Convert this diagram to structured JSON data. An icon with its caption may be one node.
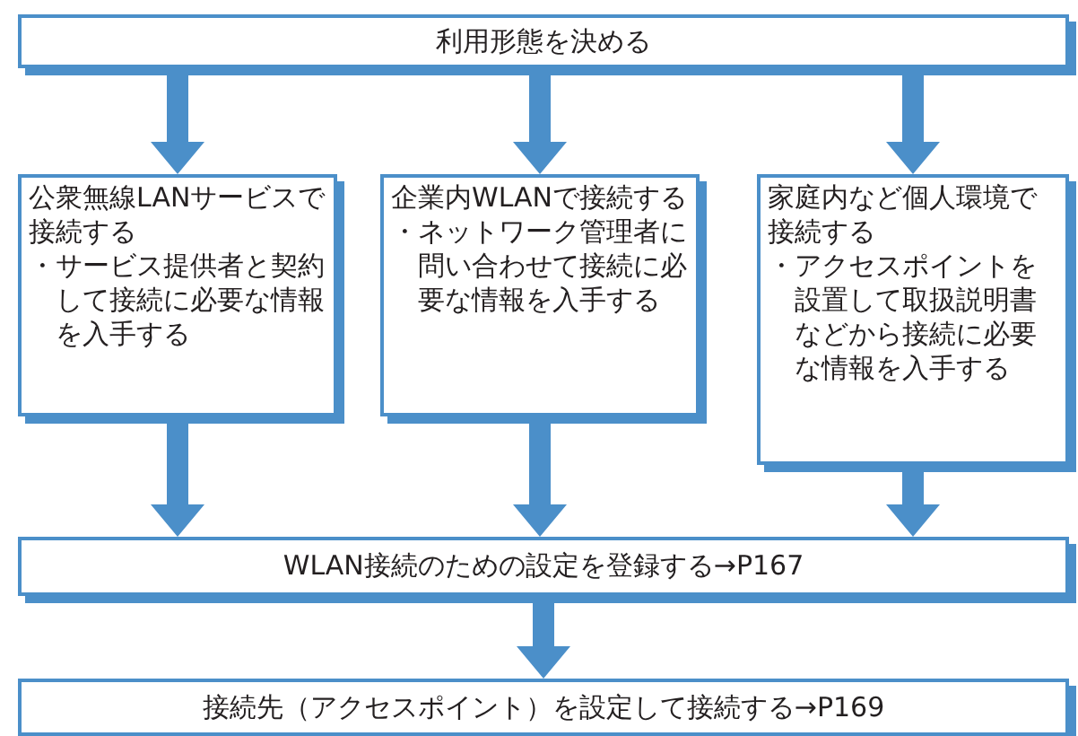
{
  "diagram": {
    "nodes": [
      {
        "text": [
          "利用形態を決める"
        ]
      },
      {
        "text": [
          "公衆無線LANサービスで接続する",
          "・サービス提供者と契約して接続に必要な情報を入手する"
        ]
      },
      {
        "text": [
          "企業内WLANで接続する",
          "・ネットワーク管理者に問い合わせて接続に必要な情報を入手する"
        ]
      },
      {
        "text": [
          "家庭内など個人環境で接続する",
          "・アクセスポイントを設置して取扱説明書などから接続に必要な情報を入手する"
        ]
      },
      {
        "text": [
          "WLAN接続のための設定を登録する→P167"
        ]
      },
      {
        "text": [
          "接続先（アクセスポイント）を設定して接続する→P169"
        ]
      }
    ],
    "edges": [
      {
        "from": 0,
        "to": 1,
        "arrow": "to"
      },
      {
        "from": 0,
        "to": 2,
        "arrow": "to"
      },
      {
        "from": 0,
        "to": 3,
        "arrow": "to"
      },
      {
        "from": 1,
        "to": 4,
        "arrow": "to"
      },
      {
        "from": 2,
        "to": 4,
        "arrow": "to"
      },
      {
        "from": 3,
        "to": 4,
        "arrow": "to"
      },
      {
        "from": 4,
        "to": 5,
        "arrow": "to"
      }
    ]
  }
}
